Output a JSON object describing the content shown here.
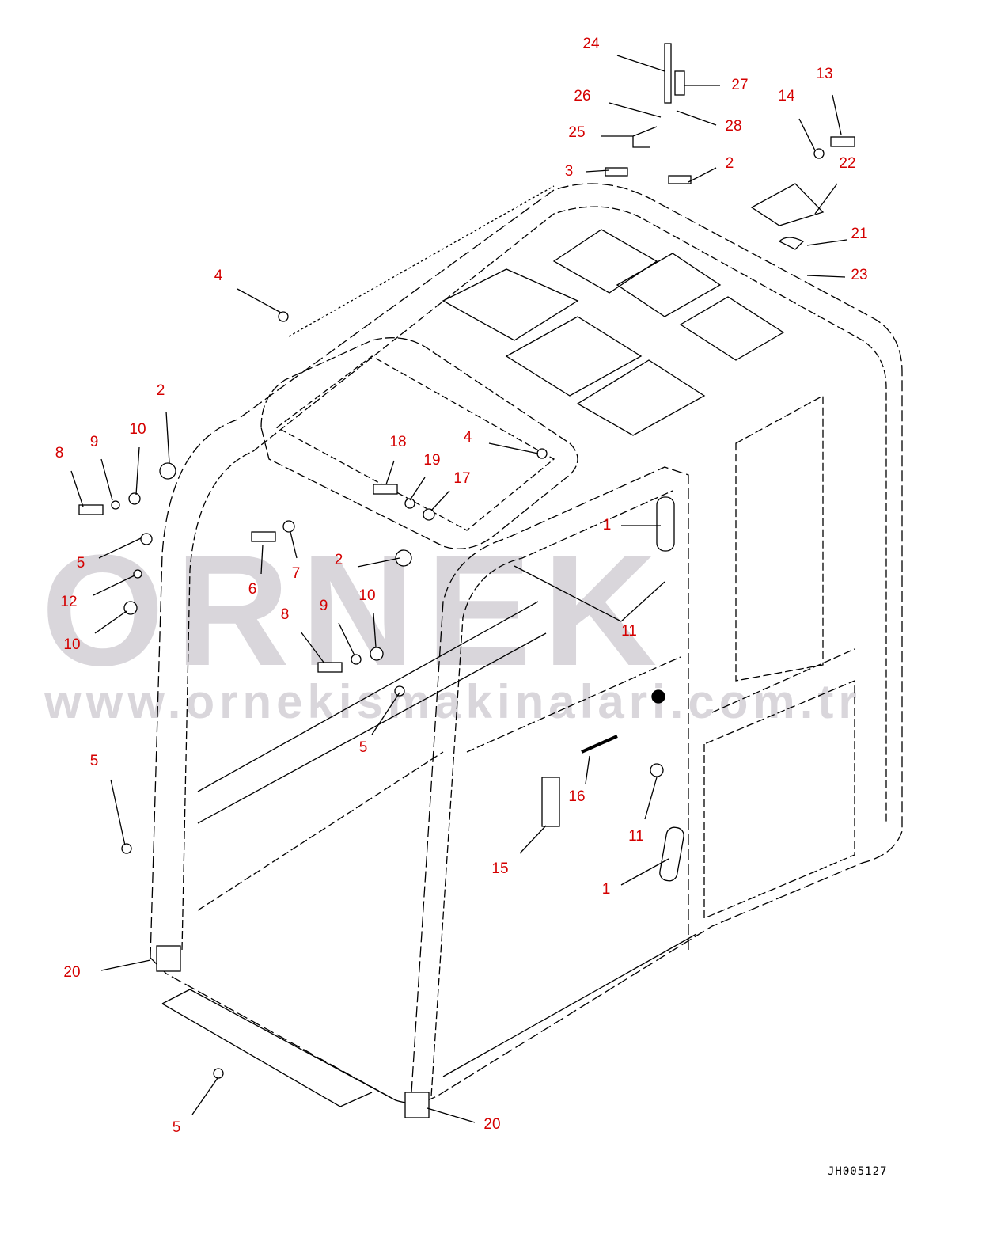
{
  "diagram": {
    "drawing_code": "JH005127",
    "watermark": {
      "logo": "ORNEK",
      "url": "www.ornekismakinalari.com.tr"
    },
    "callouts": [
      "24",
      "27",
      "26",
      "28",
      "25",
      "3",
      "2",
      "13",
      "14",
      "22",
      "21",
      "23",
      "4",
      "2",
      "8",
      "9",
      "10",
      "18",
      "19",
      "4",
      "17",
      "5",
      "12",
      "10",
      "6",
      "7",
      "2",
      "8",
      "9",
      "10",
      "1",
      "11",
      "5",
      "5",
      "16",
      "11",
      "15",
      "1",
      "20",
      "20",
      "5"
    ],
    "colors": {
      "callout": "#d40000",
      "line": "#000000",
      "watermark": "#aaa5af"
    }
  }
}
